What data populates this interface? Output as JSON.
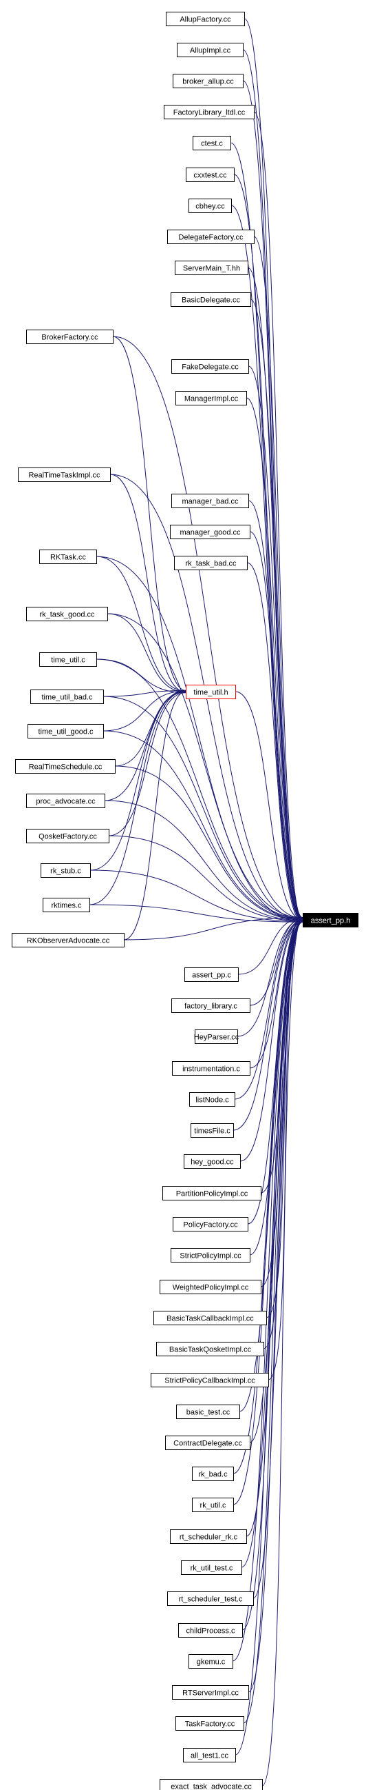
{
  "colors": {
    "edge": "#191970",
    "highlight_border": "#ff0000",
    "target_fill": "#000000",
    "target_text": "#ffffff"
  },
  "target": "assert_pp.h",
  "intermediate": "time_util.h",
  "files": [
    "AllupFactory.cc",
    "AllupImpl.cc",
    "broker_allup.cc",
    "FactoryLibrary_ltdl.cc",
    "ctest.c",
    "cxxtest.cc",
    "cbhey.cc",
    "DelegateFactory.cc",
    "ServerMain_T.hh",
    "BasicDelegate.cc",
    "BrokerFactory.cc",
    "FakeDelegate.cc",
    "ManagerImpl.cc",
    "RealTimeTaskImpl.cc",
    "manager_bad.cc",
    "manager_good.cc",
    "RKTask.cc",
    "rk_task_bad.cc",
    "rk_task_good.cc",
    "time_util.c",
    "time_util_bad.c",
    "time_util_good.c",
    "RealTimeSchedule.cc",
    "proc_advocate.cc",
    "QosketFactory.cc",
    "rk_stub.c",
    "rktimes.c",
    "RKObserverAdvocate.cc",
    "assert_pp.c",
    "factory_library.c",
    "HeyParser.cc",
    "instrumentation.c",
    "listNode.c",
    "timesFile.c",
    "hey_good.cc",
    "PartitionPolicyImpl.cc",
    "PolicyFactory.cc",
    "StrictPolicyImpl.cc",
    "WeightedPolicyImpl.cc",
    "BasicTaskCallbackImpl.cc",
    "BasicTaskQosketImpl.cc",
    "StrictPolicyCallbackImpl.cc",
    "basic_test.cc",
    "ContractDelegate.cc",
    "rk_bad.c",
    "rk_util.c",
    "rt_scheduler_rk.c",
    "rk_util_test.c",
    "rt_scheduler_test.c",
    "childProcess.c",
    "gkemu.c",
    "RTServerImpl.cc",
    "TaskFactory.cc",
    "all_test1.cc",
    "exact_task_advocate.cc"
  ],
  "includes_time_util_h": [
    "BrokerFactory.cc",
    "RealTimeTaskImpl.cc",
    "RKTask.cc",
    "rk_task_good.cc",
    "time_util.c",
    "time_util_bad.c",
    "time_util_good.c",
    "RealTimeSchedule.cc",
    "proc_advocate.cc",
    "QosketFactory.cc",
    "rk_stub.c",
    "rktimes.c",
    "RKObserverAdvocate.cc"
  ]
}
